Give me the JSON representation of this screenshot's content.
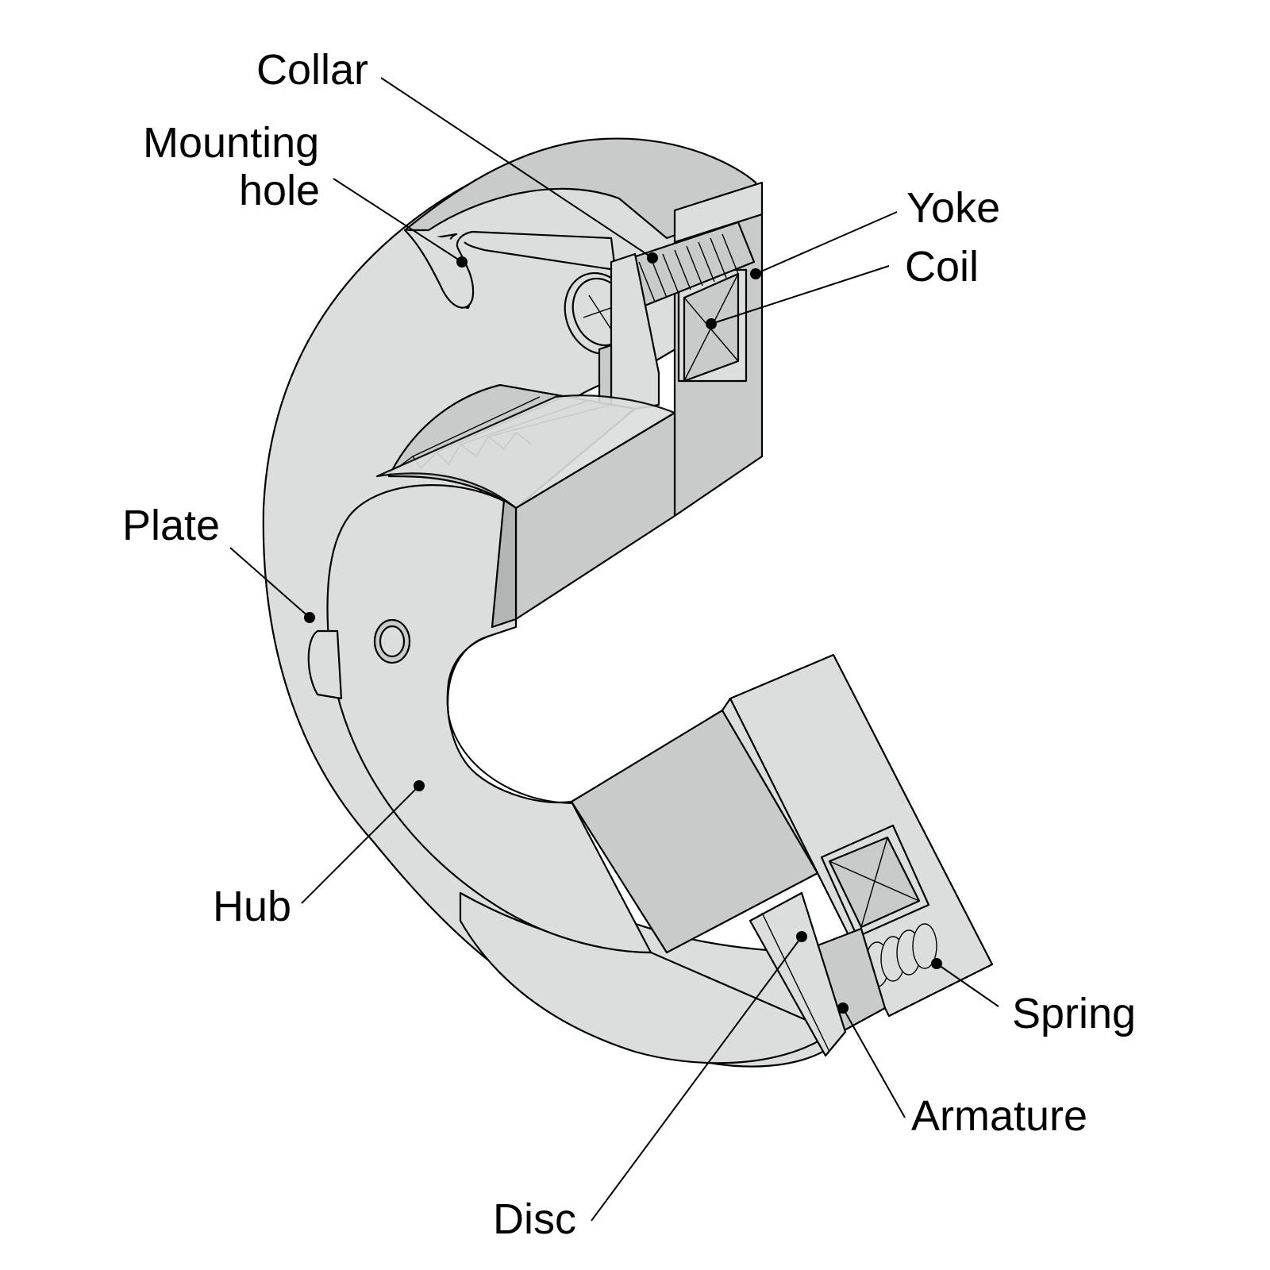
{
  "labels": {
    "collar": "Collar",
    "mounting_hole_line1": "Mounting",
    "mounting_hole_line2": "hole",
    "yoke": "Yoke",
    "coil": "Coil",
    "plate": "Plate",
    "hub": "Hub",
    "spring": "Spring",
    "armature": "Armature",
    "disc": "Disc"
  },
  "colors": {
    "background": "#ffffff",
    "light_metal": "#dcdddd",
    "mid_metal": "#c9caca",
    "dark_metal": "#b3b4b4",
    "outline": "#000000"
  }
}
